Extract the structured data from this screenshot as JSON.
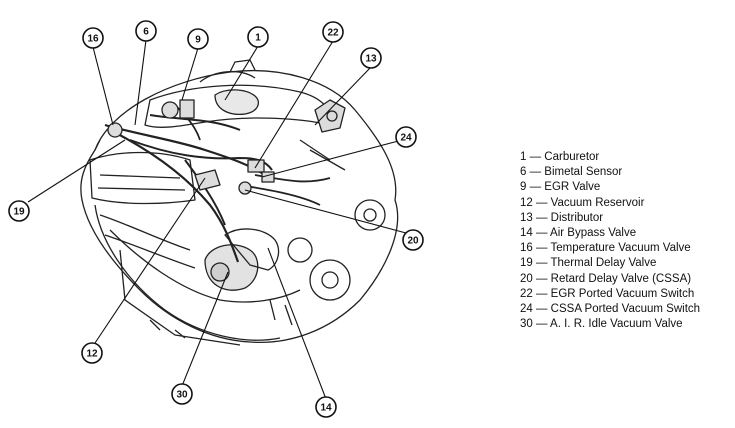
{
  "callouts": [
    {
      "num": "16"
    },
    {
      "num": "6"
    },
    {
      "num": "9"
    },
    {
      "num": "1"
    },
    {
      "num": "22"
    },
    {
      "num": "13"
    },
    {
      "num": "24"
    },
    {
      "num": "19"
    },
    {
      "num": "20"
    },
    {
      "num": "12"
    },
    {
      "num": "30"
    },
    {
      "num": "14"
    }
  ],
  "legend": [
    "1 — Carburetor",
    "6 — Bimetal Sensor",
    "9 — EGR Valve",
    "12 — Vacuum Reservoir",
    "13 — Distributor",
    "14 — Air Bypass Valve",
    "16 — Temperature Vacuum Valve",
    "19 — Thermal Delay Valve",
    "20 — Retard Delay Valve (CSSA)",
    "22 — EGR Ported Vacuum Switch",
    "24 — CSSA Ported Vacuum Switch",
    "30 — A. I. R. Idle Vacuum Valve"
  ]
}
